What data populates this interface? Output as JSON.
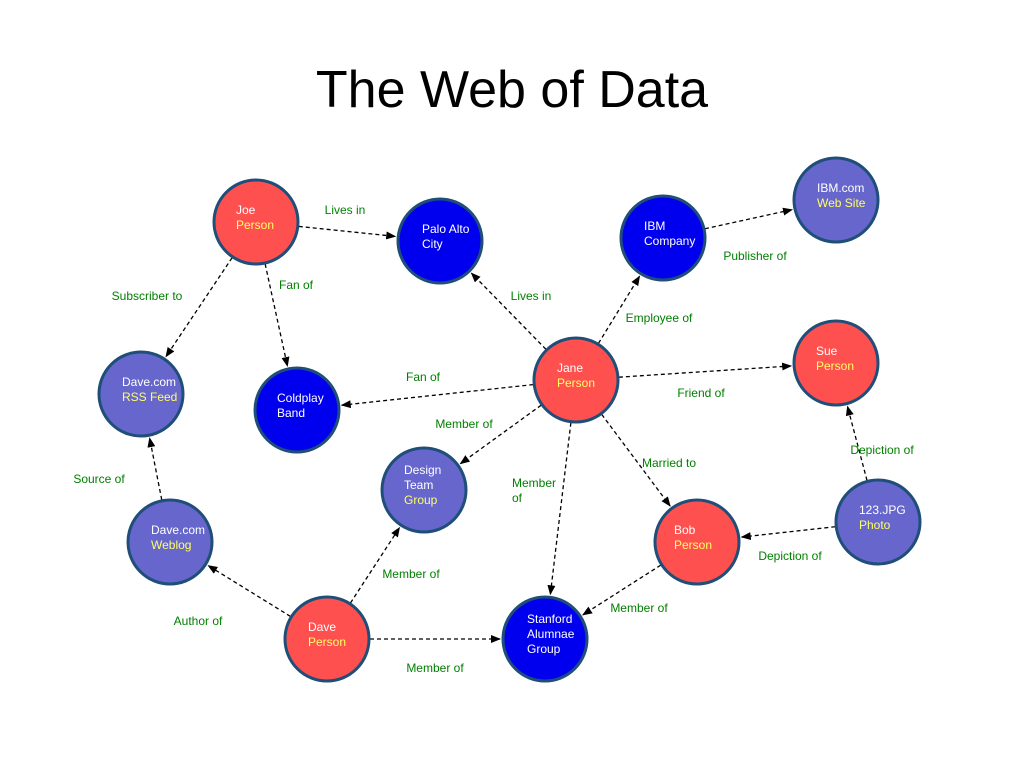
{
  "title": "The Web of Data",
  "colors": {
    "person": "#ff5050",
    "resource": "#6666cc",
    "entity": "#0000ee",
    "border": "#1f4e79",
    "type_text": "#ffff66",
    "label_text": "#ffffff",
    "edge": "#000000",
    "edge_label": "#008000"
  },
  "nodes": [
    {
      "id": "joe",
      "name": "Joe",
      "type": "Person",
      "kind": "person"
    },
    {
      "id": "paloalto",
      "name": "Palo Alto",
      "type": "City",
      "kind": "entity"
    },
    {
      "id": "ibm",
      "name": "IBM",
      "type": "Company",
      "kind": "entity"
    },
    {
      "id": "ibmcom",
      "name": "IBM.com",
      "type": "Web Site",
      "kind": "resource"
    },
    {
      "id": "daverss",
      "name": "Dave.com",
      "type": "RSS Feed",
      "kind": "resource"
    },
    {
      "id": "coldplay",
      "name": "Coldplay",
      "type": "Band",
      "kind": "entity"
    },
    {
      "id": "jane",
      "name": "Jane",
      "type": "Person",
      "kind": "person"
    },
    {
      "id": "sue",
      "name": "Sue",
      "type": "Person",
      "kind": "person"
    },
    {
      "id": "design",
      "name": "Design Team",
      "type": "Group",
      "kind": "resource"
    },
    {
      "id": "photo",
      "name": "123.JPG",
      "type": "Photo",
      "kind": "resource"
    },
    {
      "id": "weblog",
      "name": "Dave.com",
      "type": "Weblog",
      "kind": "resource"
    },
    {
      "id": "bob",
      "name": "Bob",
      "type": "Person",
      "kind": "person"
    },
    {
      "id": "dave",
      "name": "Dave",
      "type": "Person",
      "kind": "person"
    },
    {
      "id": "stanford",
      "name": "Stanford Alumnae",
      "type": "Group",
      "kind": "entity"
    }
  ],
  "edges": [
    {
      "from": "joe",
      "to": "paloalto",
      "label": "Lives in"
    },
    {
      "from": "joe",
      "to": "daverss",
      "label": "Subscriber to"
    },
    {
      "from": "joe",
      "to": "coldplay",
      "label": "Fan of"
    },
    {
      "from": "jane",
      "to": "paloalto",
      "label": "Lives in"
    },
    {
      "from": "jane",
      "to": "ibm",
      "label": "Employee of"
    },
    {
      "from": "ibm",
      "to": "ibmcom",
      "label": "Publisher of"
    },
    {
      "from": "jane",
      "to": "sue",
      "label": "Friend of"
    },
    {
      "from": "jane",
      "to": "coldplay",
      "label": "Fan of"
    },
    {
      "from": "jane",
      "to": "design",
      "label": "Member of"
    },
    {
      "from": "jane",
      "to": "stanford",
      "label": "Member of"
    },
    {
      "from": "jane",
      "to": "bob",
      "label": "Married to"
    },
    {
      "from": "photo",
      "to": "sue",
      "label": "Depiction of"
    },
    {
      "from": "photo",
      "to": "bob",
      "label": "Depiction of"
    },
    {
      "from": "weblog",
      "to": "daverss",
      "label": "Source of"
    },
    {
      "from": "dave",
      "to": "weblog",
      "label": "Author of"
    },
    {
      "from": "dave",
      "to": "design",
      "label": "Member of"
    },
    {
      "from": "dave",
      "to": "stanford",
      "label": "Member of"
    },
    {
      "from": "bob",
      "to": "stanford",
      "label": "Member of"
    }
  ]
}
